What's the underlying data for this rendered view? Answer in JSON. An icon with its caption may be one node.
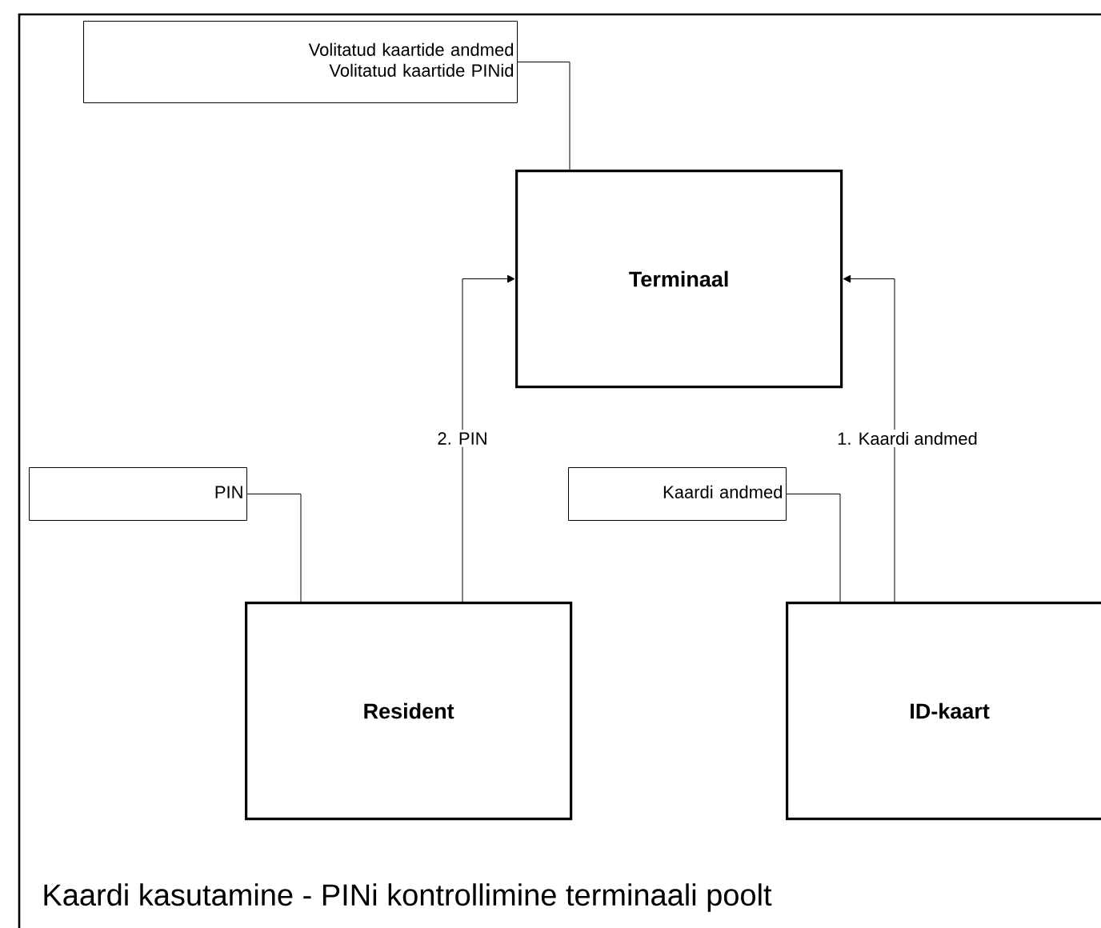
{
  "diagram": {
    "caption": "Kaardi kasutamine - PINi kontrollimine terminaali poolt",
    "nodes": [
      {
        "text": [
          "Volitatud kaartide andmed",
          "Volitatud kaartide PINid"
        ]
      },
      {
        "text": [
          "Terminaal"
        ]
      },
      {
        "text": [
          "PIN"
        ]
      },
      {
        "text": [
          "Resident"
        ]
      },
      {
        "text": [
          "Kaardi andmed"
        ]
      },
      {
        "text": [
          "ID-kaart"
        ]
      }
    ],
    "edges": [
      {
        "from": 0,
        "to": 1,
        "arrow": "none"
      },
      {
        "from": 2,
        "to": 3,
        "arrow": "none"
      },
      {
        "from": 4,
        "to": 5,
        "arrow": "none"
      },
      {
        "from": 3,
        "to": 1,
        "arrow": "to",
        "label": "2. PIN"
      },
      {
        "from": 5,
        "to": 1,
        "arrow": "to",
        "label": "1. Kaardi andmed"
      }
    ]
  }
}
